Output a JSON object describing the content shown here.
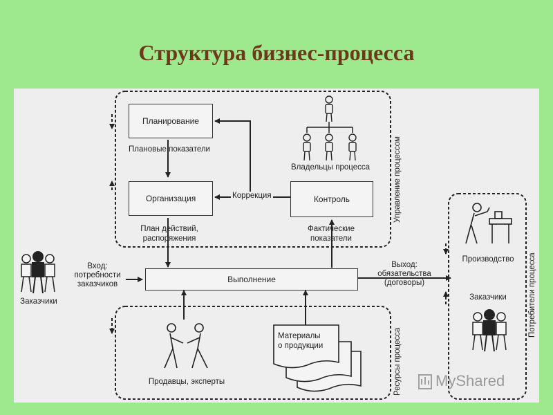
{
  "title": "Структура бизнес-процесса",
  "nodes": {
    "planning": "Планирование",
    "organization": "Организация",
    "control": "Контроль",
    "execution": "Выполнение",
    "materials_line1": "Материалы",
    "materials_line2": "о продукции"
  },
  "labels": {
    "planned_indicators": "Плановые показатели",
    "correction": "Коррекция",
    "process_owners": "Владельцы процесса",
    "action_plan_line1": "План действий,",
    "action_plan_line2": "распоряжения",
    "actual_line1": "Фактические",
    "actual_line2": "показатели",
    "input_line1": "Вход:",
    "input_line2": "потребности",
    "input_line3": "заказчиков",
    "output_line1": "Выход:",
    "output_line2": "обязательства",
    "output_line3": "(договоры)",
    "customers_left": "Заказчики",
    "customers_right": "Заказчики",
    "production": "Производство",
    "sellers_experts": "Продавцы, эксперты",
    "process_management": "Управление процессом",
    "process_resources": "Ресурсы процесса",
    "process_consumers": "Потребители процесса"
  },
  "watermark": "MyShared"
}
